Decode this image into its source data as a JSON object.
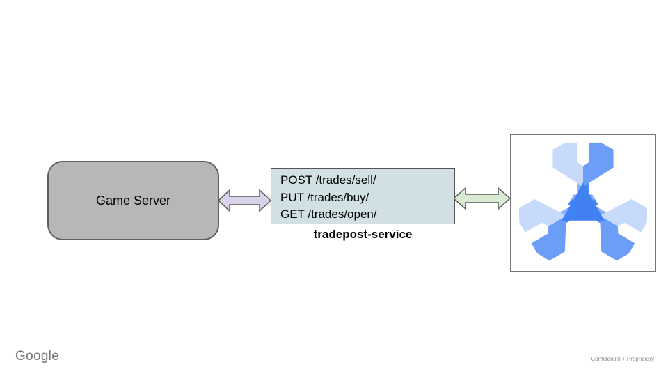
{
  "diagram": {
    "game_server": {
      "label": "Game Server",
      "fill": "#b7b7b7",
      "border": "#5f5f5f"
    },
    "left_arrow": {
      "direction": "bidirectional-horizontal",
      "fill": "#d9d2e9",
      "stroke": "#595959"
    },
    "service_box": {
      "fill": "#d0e0e3",
      "stroke": "#545454",
      "lines": [
        "POST /trades/sell/",
        "PUT /trades/buy/",
        "GET /trades/open/"
      ]
    },
    "service_label": "tradepost-service",
    "right_arrow": {
      "direction": "bidirectional-horizontal",
      "fill": "#d9ead3",
      "stroke": "#595959"
    },
    "logo_panel": {
      "icon": "three-wrenches-logo",
      "border": "#757575",
      "colors": {
        "light": "#c7dafb",
        "medium": "#6d9ef7",
        "shaft_light": "#8fb1f8",
        "dark": "#4b87f6",
        "hub": "#4181f4"
      }
    }
  },
  "footer": {
    "brand": "Google",
    "note": "Confidential + Proprietary"
  }
}
